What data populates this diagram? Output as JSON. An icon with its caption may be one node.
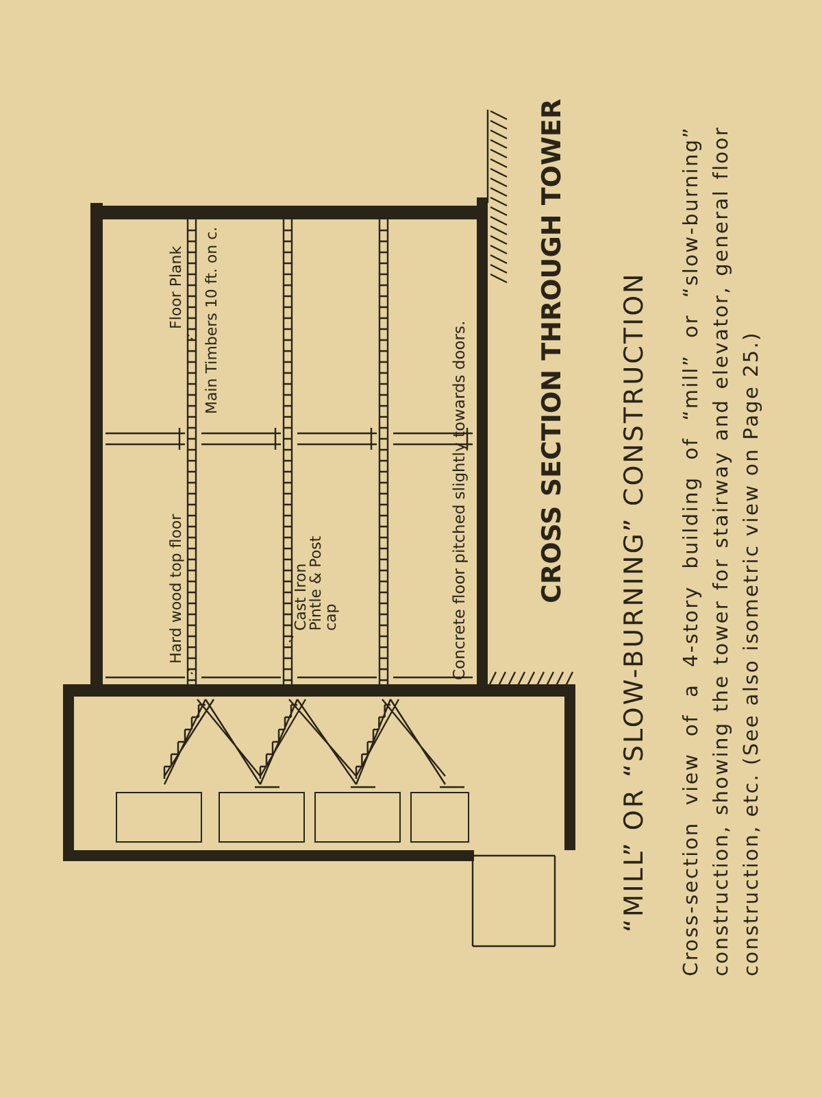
{
  "diagram": {
    "title": "CROSS SECTION THROUGH TOWER",
    "caption": "Cross-section view of a 4-story building of “mill” or “slow-burning” construction, showing the tower for stairway and elevator, general floor construction, etc. (See also isometric view on Page 25.)",
    "nodes": [
      {
        "text": [
          "Floor Plank"
        ]
      },
      {
        "text": [
          "Hard wood top floor"
        ]
      },
      {
        "text": [
          "Cast Iron Pintle & Post cap"
        ]
      }
    ],
    "edges": [
      {
        "from": 0,
        "to": null,
        "arrow": "none"
      },
      {
        "from": 1,
        "to": null,
        "arrow": "none"
      },
      {
        "from": 2,
        "to": null,
        "arrow": "none"
      }
    ],
    "labels": [
      "“MILL” OR “SLOW-BURNING” CONSTRUCTION",
      "Main Timbers 10 ft. on c.",
      "Concrete floor pitched slightly towards doors."
    ]
  }
}
